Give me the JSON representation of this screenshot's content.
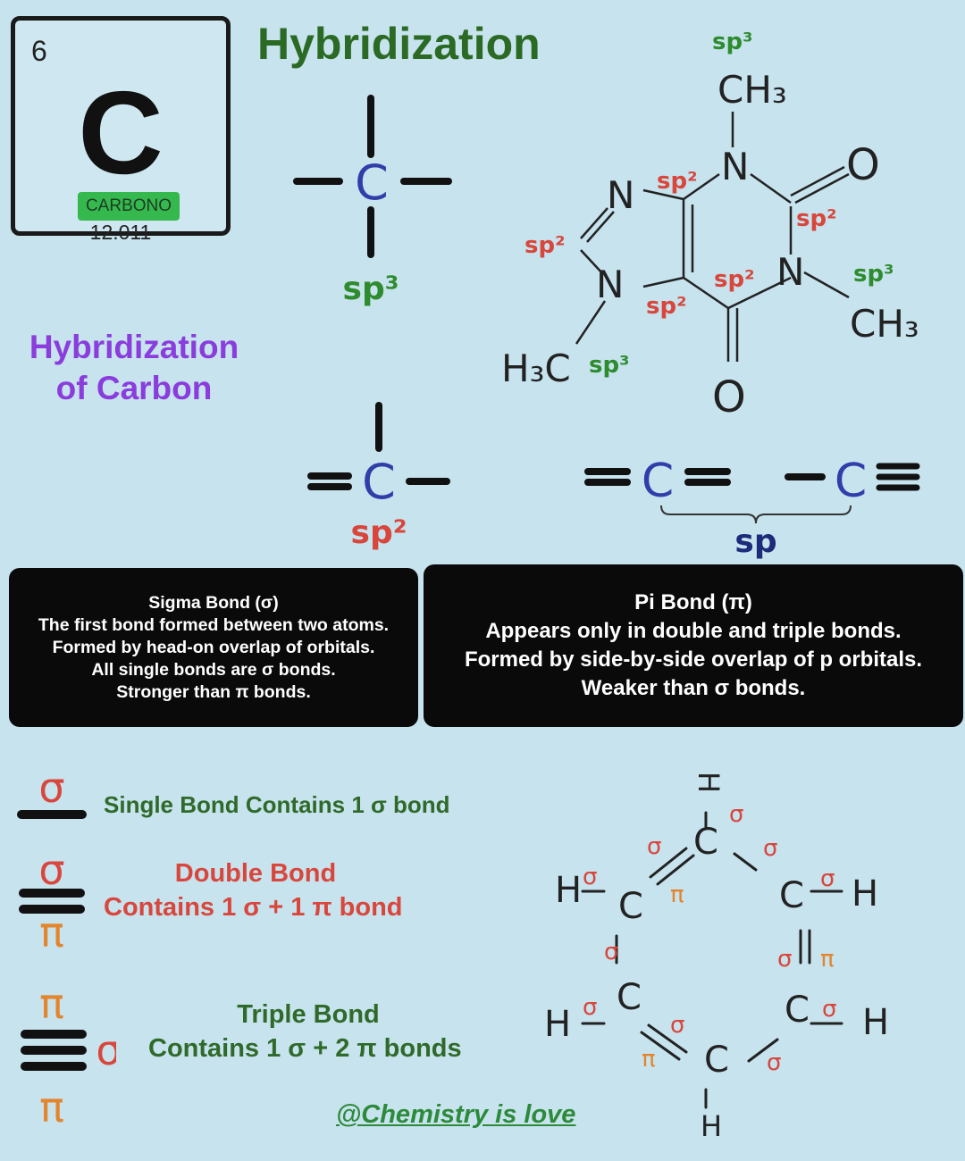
{
  "element": {
    "number": "6",
    "symbol": "C",
    "name": "CARBONO",
    "mass": "12.011"
  },
  "title": "Hybridization",
  "subtitle_line1": "Hybridization",
  "subtitle_line2": "of Carbon",
  "structures": {
    "c": "C",
    "sp3": "sp³",
    "sp2": "sp²",
    "sp": "sp"
  },
  "caffeine": {
    "ch3": "CH₃",
    "h3c": "H₃C",
    "n": "N",
    "o": "O",
    "sp2": "sp²",
    "sp3": "sp³"
  },
  "sigma_box": {
    "heading": "Sigma Bond (σ)",
    "lines": [
      "The first bond formed between two atoms.",
      "Formed by head-on overlap of orbitals.",
      "All single bonds are σ bonds.",
      "Stronger than π bonds."
    ]
  },
  "pi_box": {
    "heading": "Pi Bond (π)",
    "lines": [
      "Appears only in double and triple bonds.",
      "Formed by side-by-side overlap of p orbitals.",
      "Weaker than σ bonds."
    ]
  },
  "bond_types": {
    "single": "Single Bond Contains 1 σ bond",
    "double_title": "Double Bond",
    "double_desc": "Contains 1 σ + 1 π bond",
    "triple_title": "Triple Bond",
    "triple_desc": "Contains 1 σ + 2 π bonds",
    "sigma": "σ",
    "pi": "π"
  },
  "benzene": {
    "c": "C",
    "h": "H",
    "sigma": "σ",
    "pi": "π"
  },
  "credit": "@Chemistry is love",
  "colors": {
    "title": "#2b6a24",
    "subtitle": "#8a3ddc",
    "carbon": "#2f3ea8",
    "sp3": "#2e8b2e",
    "sp2": "#d8463c",
    "sp": "#1e2a7a",
    "background": "#c7e3ee"
  }
}
